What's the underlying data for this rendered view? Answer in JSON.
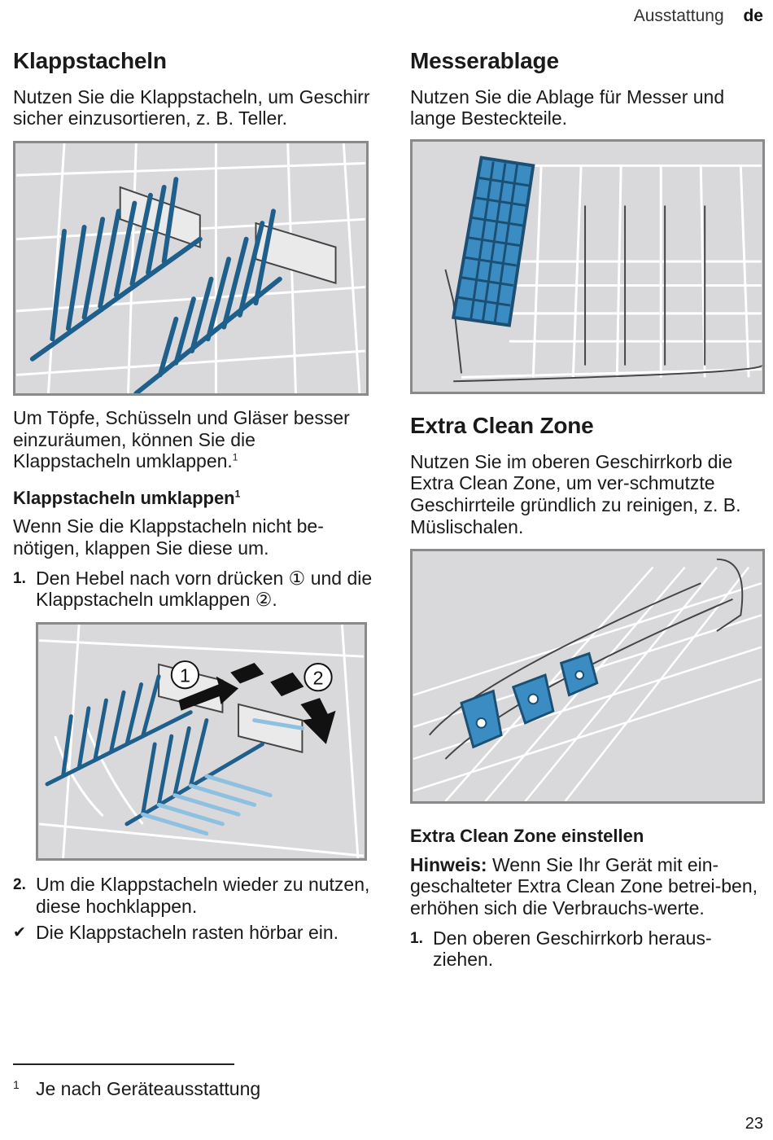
{
  "header": {
    "section": "Ausstattung",
    "lang": "de"
  },
  "left": {
    "title": "Klappstacheln",
    "intro": "Nutzen Sie die Klappstacheln, um Geschirr sicher einzusortieren, z. B. Teller.",
    "para2": "Um Töpfe, Schüsseln und Gläser besser einzuräumen, können Sie die Klappstacheln umklappen.",
    "para2_fn": "1",
    "subtitle": "Klappstacheln umklappen",
    "subtitle_fn": "1",
    "para3": "Wenn Sie die Klappstacheln nicht be-nötigen, klappen Sie diese um.",
    "step1_num": "1.",
    "step1_text": "Den Hebel nach vorn drücken ① und die Klappstacheln umklappen ②.",
    "figure_label1": "1",
    "figure_label2": "2",
    "step2_num": "2.",
    "step2_text": "Um die Klappstacheln wieder zu nutzen, diese hochklappen.",
    "result_icon": "✔",
    "result_text": "Die Klappstacheln rasten hörbar ein."
  },
  "right": {
    "title1": "Messerablage",
    "intro1": "Nutzen Sie die Ablage für Messer und lange Besteckteile.",
    "title2": "Extra Clean Zone",
    "intro2": "Nutzen Sie im oberen Geschirrkorb die Extra Clean Zone, um ver-schmutzte Geschirrteile gründlich zu reinigen, z. B. Müslischalen.",
    "subtitle": "Extra Clean Zone einstellen",
    "note_label": "Hinweis:",
    "note_text": "Wenn Sie Ihr Gerät mit ein-geschalteter Extra Clean Zone betrei-ben, erhöhen sich die Verbrauchs-werte.",
    "step1_num": "1.",
    "step1_text": "Den oberen Geschirrkorb heraus-ziehen."
  },
  "footnote": {
    "mark": "1",
    "text": "Je nach Geräteausstattung"
  },
  "page_number": "23",
  "colors": {
    "accent_blue": "#2f82b8",
    "figure_bg": "#d9d9db",
    "frame": "#8a8a8a"
  }
}
